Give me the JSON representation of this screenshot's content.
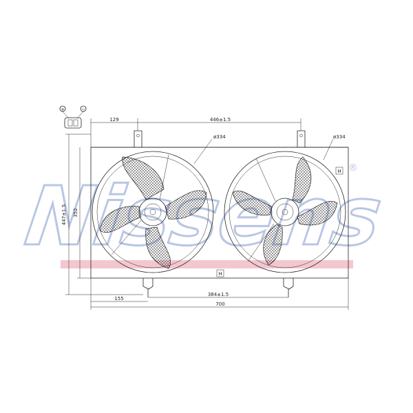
{
  "watermark": {
    "text": "Nissens",
    "registered": "®",
    "color": "#b9c6e4",
    "stripe_color": "#f3c7cf"
  },
  "connector": {
    "plus_symbol": "+",
    "minus_symbol": "−"
  },
  "dimensions": {
    "left_offset": "129",
    "fan_spacing": "446±1.5",
    "fan_diameter_left": "ø334",
    "fan_diameter_right": "ø334",
    "total_height": "447±1.5",
    "shroud_height": "352",
    "bottom_left_offset": "155",
    "bottom_mount_spacing": "384±1.5",
    "total_width": "700"
  },
  "icons": [
    "connector-icon",
    "fan-icon",
    "mount-bracket-icon"
  ]
}
